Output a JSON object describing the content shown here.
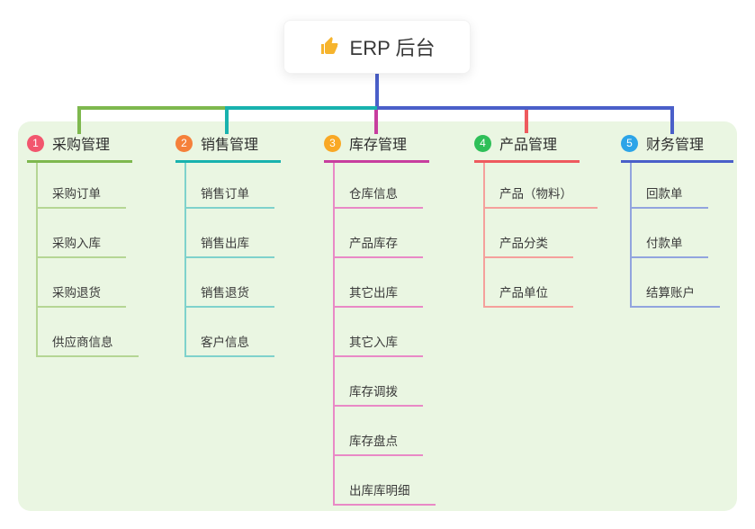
{
  "root": {
    "title": "ERP 后台",
    "icon": "thumbs-up-icon",
    "icon_color": "#f6b42d"
  },
  "colors": {
    "panel_background": "#eaf6e2",
    "text_dark": "#2e2e2e",
    "text_child": "#3a3a3a"
  },
  "branches": [
    {
      "index": "1",
      "label": "采购管理",
      "badge_color": "#f2566e",
      "line_color": "#7eb84e",
      "child_line_color": "#b5d694",
      "children": [
        "采购订单",
        "采购入库",
        "采购退货",
        "供应商信息"
      ]
    },
    {
      "index": "2",
      "label": "销售管理",
      "badge_color": "#f5803a",
      "line_color": "#18b2ae",
      "child_line_color": "#7fd2cc",
      "children": [
        "销售订单",
        "销售出库",
        "销售退货",
        "客户信息"
      ]
    },
    {
      "index": "3",
      "label": "库存管理",
      "badge_color": "#f9a825",
      "line_color": "#c73e9e",
      "child_line_color": "#e989c6",
      "children": [
        "仓库信息",
        "产品库存",
        "其它出库",
        "其它入库",
        "库存调拨",
        "库存盘点",
        "出库库明细"
      ]
    },
    {
      "index": "4",
      "label": "产品管理",
      "badge_color": "#2ebf58",
      "line_color": "#ee5a5e",
      "child_line_color": "#f5a09c",
      "children": [
        "产品（物料）",
        "产品分类",
        "产品单位"
      ]
    },
    {
      "index": "5",
      "label": "财务管理",
      "badge_color": "#2ca4e8",
      "line_color": "#4a5fc9",
      "child_line_color": "#92a4de",
      "children": [
        "回款单",
        "付款单",
        "结算账户"
      ]
    }
  ]
}
